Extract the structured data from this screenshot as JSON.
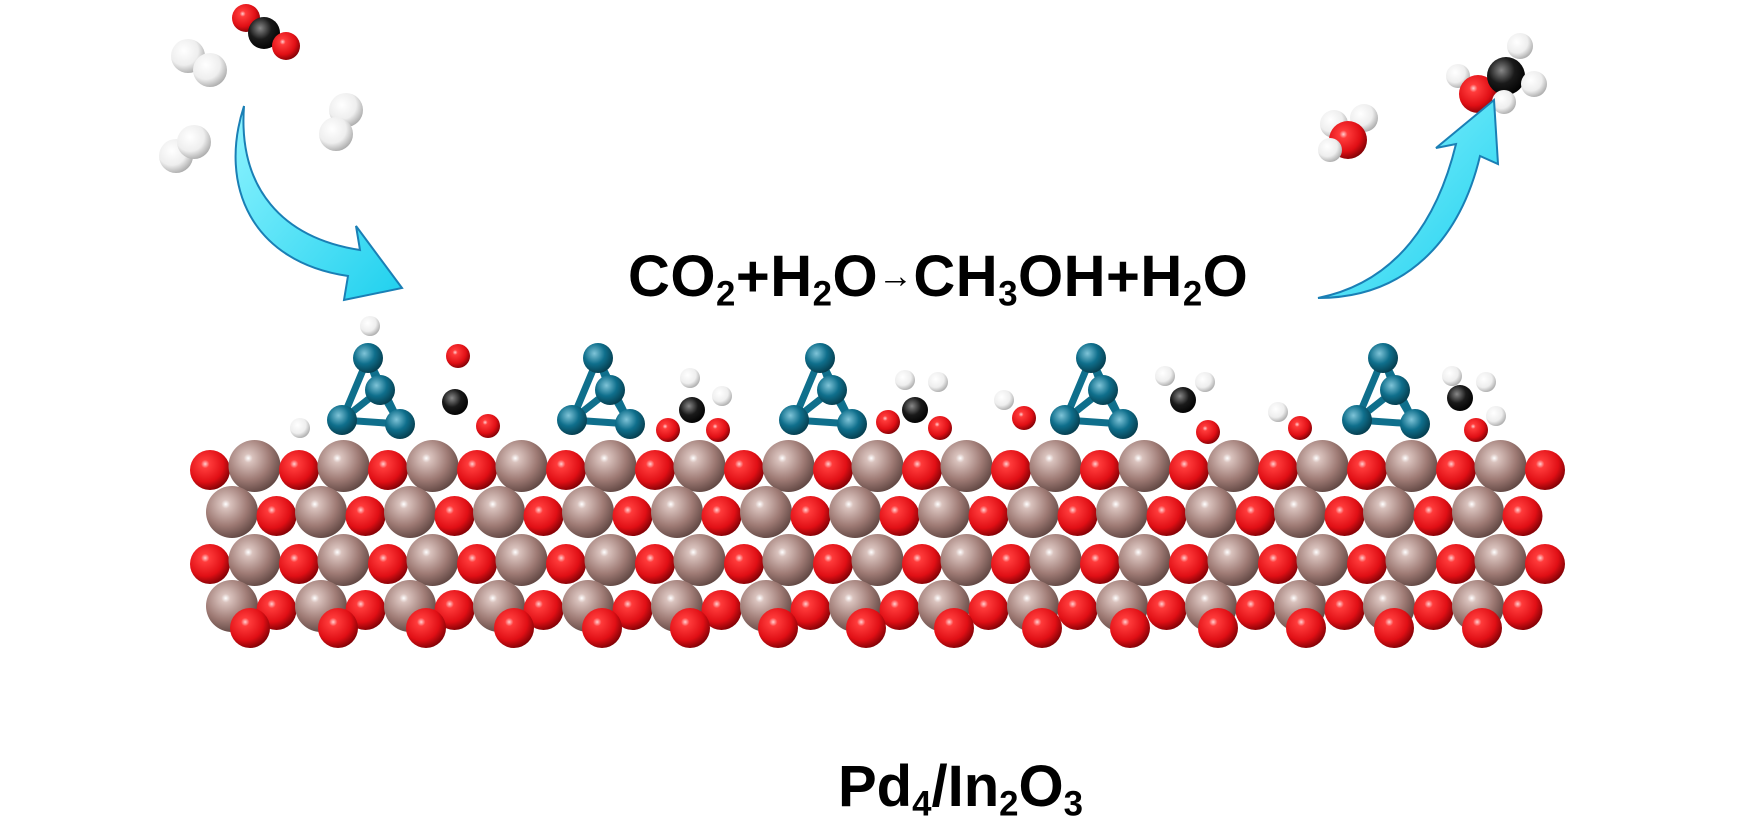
{
  "equation": {
    "reactant_1": "CO",
    "reactant_1_sub": "2",
    "plus_1": "+",
    "reactant_2": "H",
    "reactant_2_sub": "2",
    "reactant_2_tail": "O",
    "arrow": "→",
    "product_1": "CH",
    "product_1_sub": "3",
    "product_1_tail": "OH",
    "plus_2": "+",
    "product_2": "H",
    "product_2_sub": "2",
    "product_2_tail": "O"
  },
  "catalyst": {
    "metal": "Pd",
    "metal_sub": "4",
    "slash": "/",
    "support": "In",
    "support_sub": "2",
    "support_tail": "O",
    "support_tail_sub": "3"
  },
  "colors": {
    "indium": "#9e7a74",
    "oxygen": "#e8121a",
    "palladium": "#0f6f8c",
    "carbon": "#111111",
    "hydrogen": "#f2f2f2",
    "arrow_fill": "#2fe0f5",
    "arrow_stroke": "#1a7fb5"
  }
}
